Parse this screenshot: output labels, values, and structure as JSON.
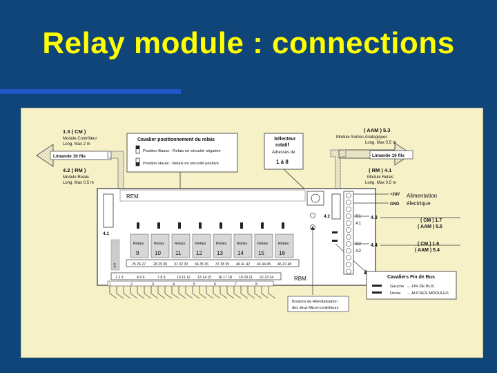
{
  "slide": {
    "title": "Relay module : connections"
  },
  "diagram": {
    "top_left": {
      "ref": "1.3 ( CM )",
      "module": "Module Contrôleur",
      "length": "Long. Max 2 m",
      "ribbon": "Limande 16 fils"
    },
    "mid_left": {
      "ref": "4.2 ( RM )",
      "module": "Module Relais",
      "length": "Long. Max 0,5 m"
    },
    "top_right": {
      "ref": "( AAM ) 5.3",
      "module": "Module Sorties Analogiques",
      "length": "Long. Max 0,5 m",
      "ribbon": "Limande 16 fils"
    },
    "mid_right": {
      "ref": "( RM ) 4.1",
      "module": "Module Relais",
      "length": "Long. Max 0,5 m"
    },
    "jumper_box": {
      "title": "Cavalier positionnement du relais",
      "low": "Position Basse : Relais en sécurité négative",
      "high": "Position Haute : Relais en sécurité positive"
    },
    "selector": {
      "line1": "Sélecteur",
      "line2": "rotatif",
      "addr": "Adresses de",
      "range": "1 à 8"
    },
    "board": {
      "rem": "REM",
      "rbm": "RBM",
      "conn_41": "4.1",
      "conn_42": "4.2",
      "relay_label": "Relais",
      "relay_numbers": [
        "9",
        "10",
        "11",
        "12",
        "13",
        "14",
        "15",
        "16"
      ],
      "row_one": "1",
      "top_terminals": [
        "25 26 27",
        "28 29 30",
        "31 32 33",
        "34 35 36",
        "37 38 39",
        "40 41 42",
        "43 44 45",
        "46 47 48"
      ],
      "bottom_terminals": [
        "1  2  3",
        "4  5  6",
        "7  8  9",
        "10 11 12",
        "13 14 15",
        "16 17 18",
        "19 20 21",
        "22 23 24"
      ],
      "bottom_pins": [
        "1",
        "2",
        "3",
        "4",
        "5",
        "6",
        "7",
        "8"
      ],
      "bus_terms": [
        "B1",
        "A1",
        "B2",
        "A2"
      ]
    },
    "power": {
      "plus": "+24V",
      "gnd": "GND",
      "label1": "Alimentation",
      "label2": "électrique"
    },
    "right_links": [
      {
        "num": "4.3",
        "l1": "( CM )  1.7",
        "l2": "( AAM )  5.5"
      },
      {
        "num": "4.4",
        "l1": "( CM )  1.6",
        "l2": "( AAM )  5.4"
      }
    ],
    "endbus": {
      "title": "Cavaliers Fin de Bus",
      "left": "Gauche",
      "left_val": "→ FIN DE BUS",
      "right": "Droite",
      "right_val": "→ AUTRES MODULES"
    },
    "reset": {
      "line1": "Boutons de Réinitialisation",
      "line2": "des deux Micro-contrôleurs"
    }
  }
}
